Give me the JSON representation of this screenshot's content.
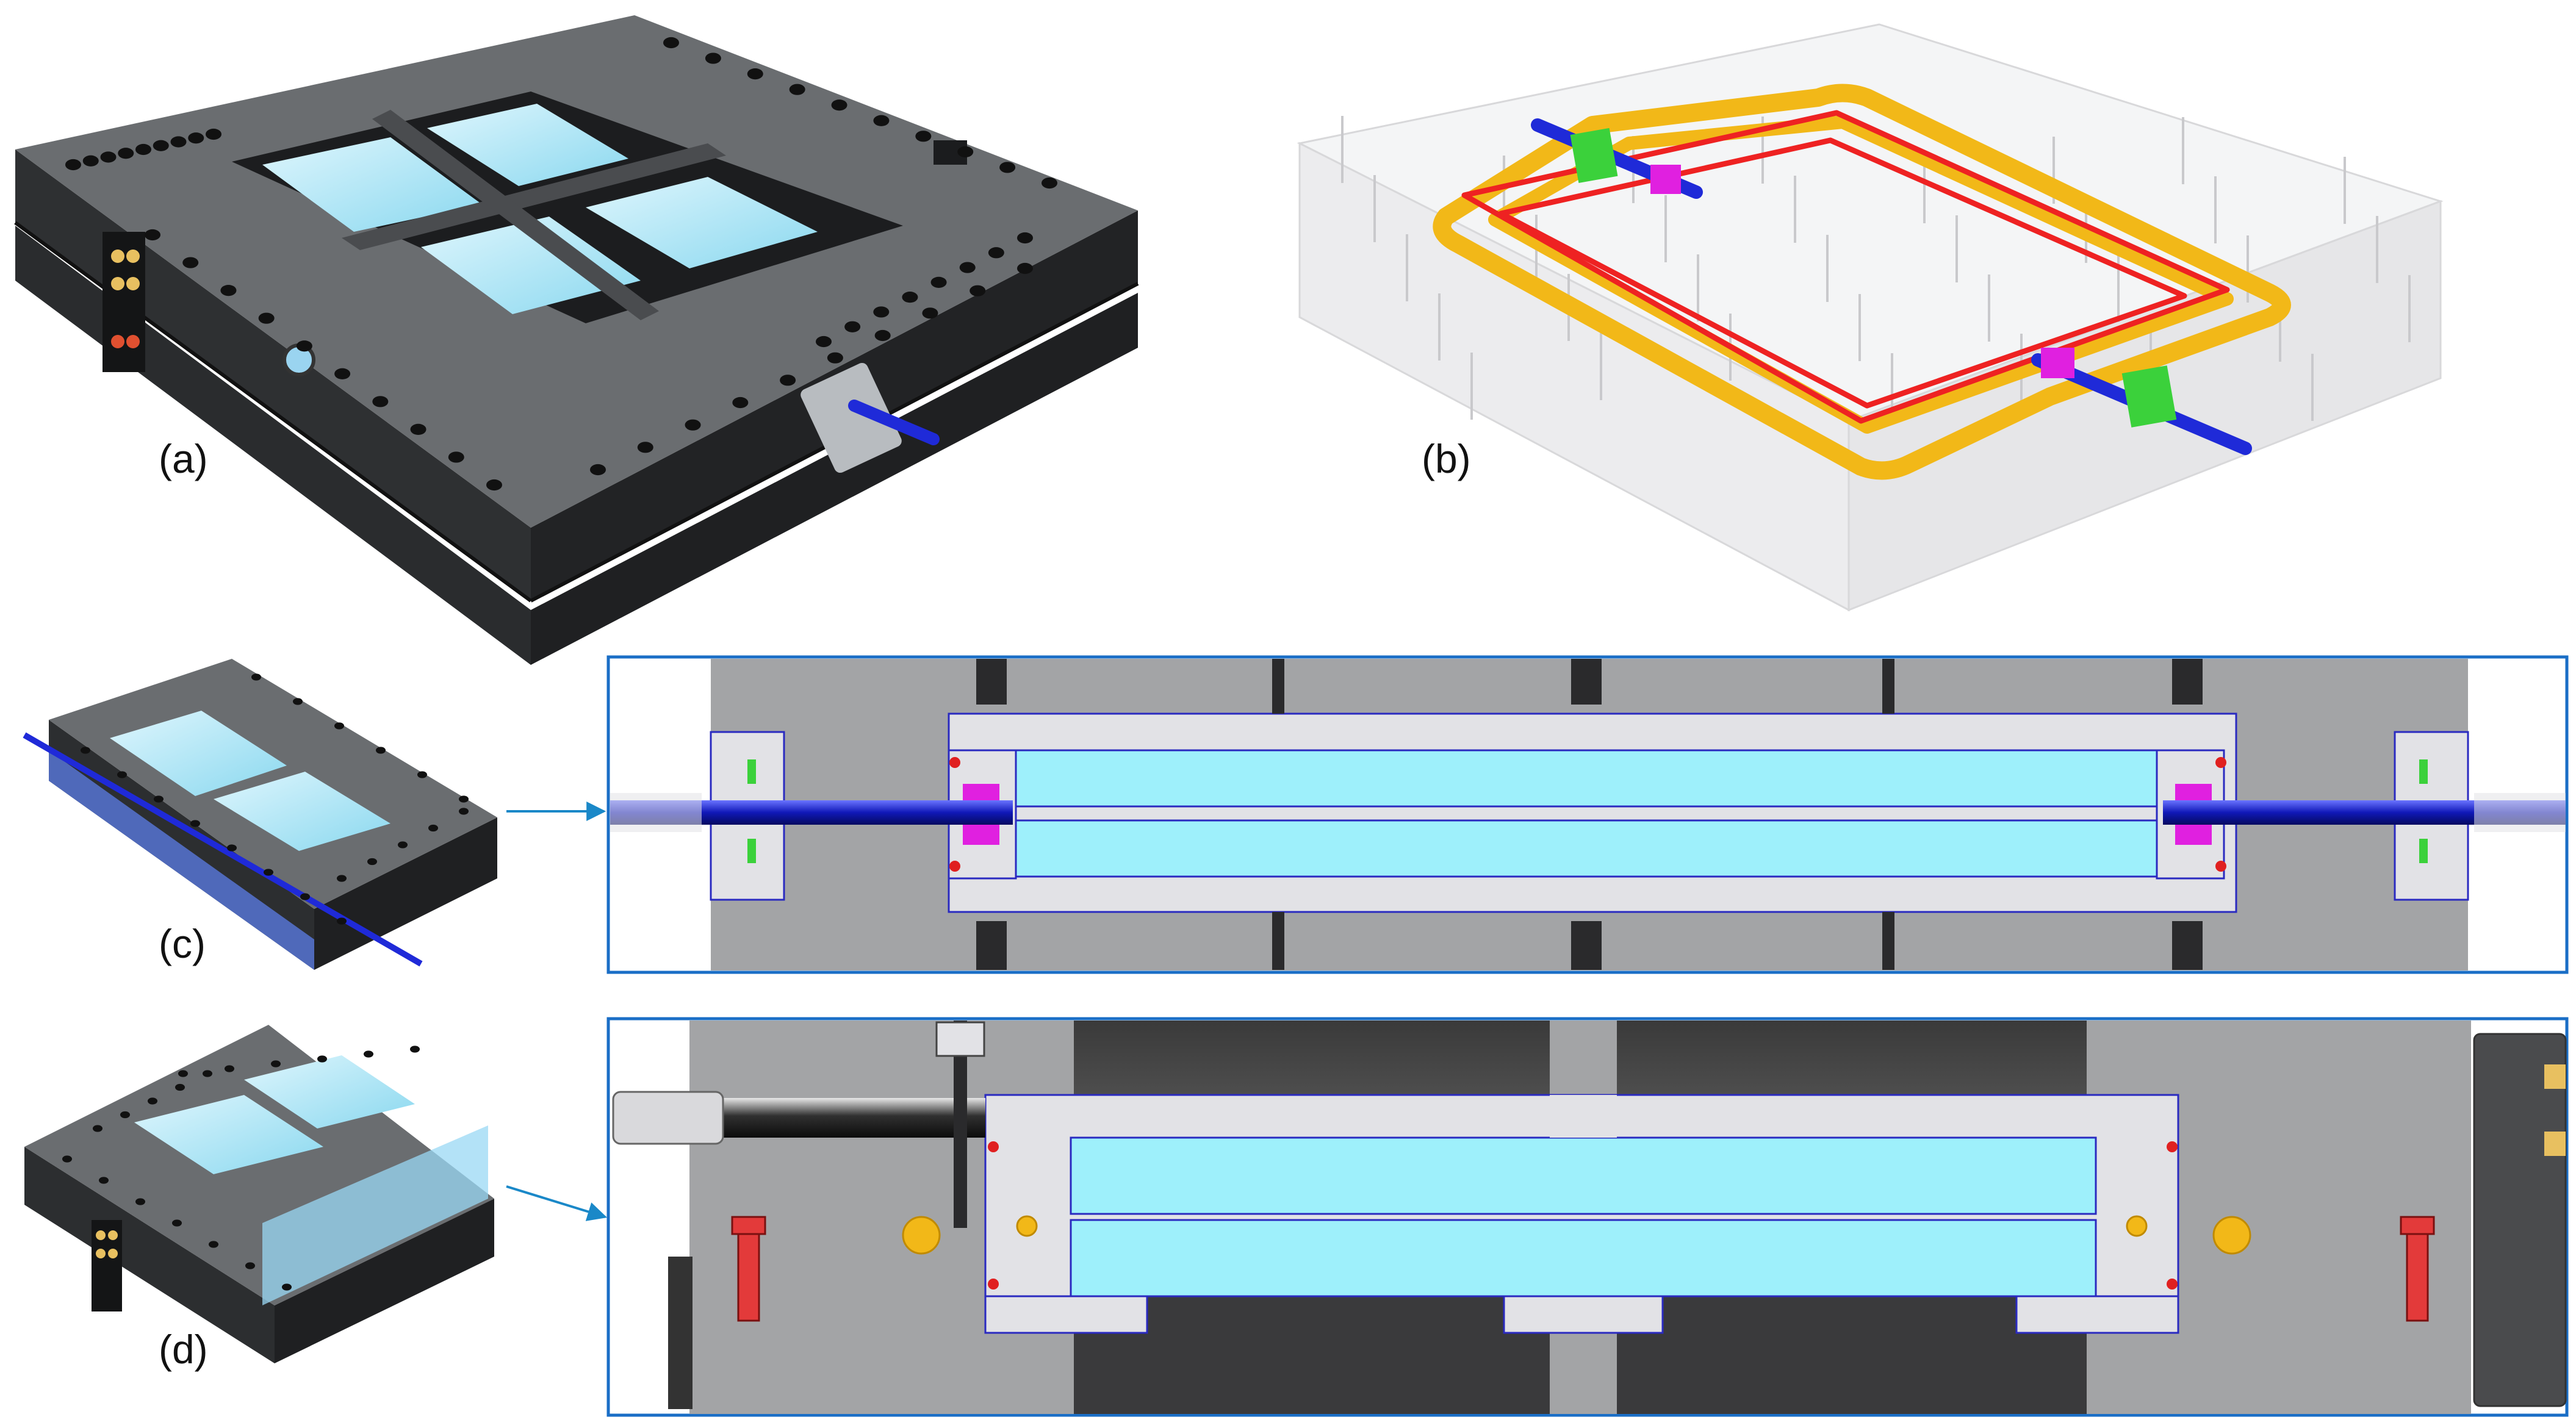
{
  "figure": {
    "panels": [
      {
        "id": "a",
        "label": "(a)"
      },
      {
        "id": "b",
        "label": "(b)"
      },
      {
        "id": "c",
        "label": "(c)"
      },
      {
        "id": "d",
        "label": "(d)"
      }
    ]
  },
  "colors": {
    "steel_top": "#6a6d70",
    "steel_side": "#2c2e30",
    "steel_dark": "#1d1e20",
    "section_gray": "#a3a4a6",
    "frame_light": "#e2e2e6",
    "glass": "#9ef0fb",
    "tube_blue": "#1f2ad8",
    "coolant_red": "#ee2222",
    "coolant_yellow": "#f2b818",
    "clamp_green": "#3bd13b",
    "seal_magenta": "#e020e0",
    "callout_blue": "#1a88c8",
    "border_blue": "#1a6ec6"
  }
}
